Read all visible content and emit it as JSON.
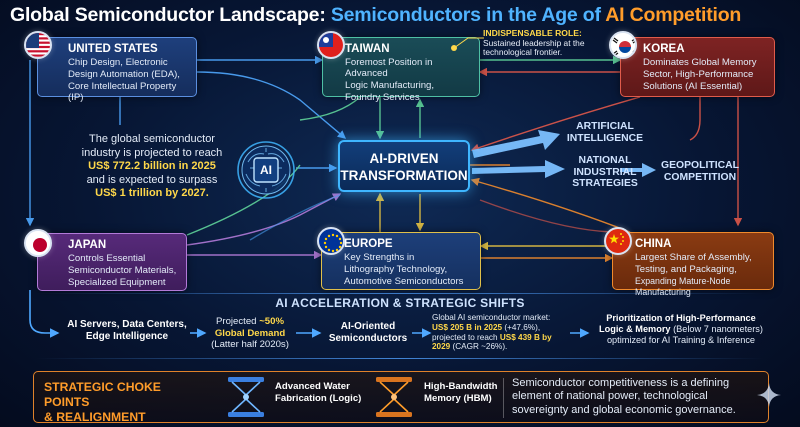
{
  "title": {
    "part1": "Global Semiconductor Landscape: ",
    "part2": "Semiconductors in the Age of ",
    "part3": "AI Competition"
  },
  "nodes": {
    "us": {
      "name": "UNITED STATES",
      "lines": [
        "Chip Design, Electronic",
        "Design Automation (EDA),",
        "Core Intellectual Property (IP)"
      ],
      "flag": "us-flag"
    },
    "taiwan": {
      "name": "TAIWAN",
      "lines": [
        "Foremost Position in Advanced",
        "Logic Manufacturing,",
        "Foundry Services"
      ],
      "flag": "taiwan-flag"
    },
    "korea": {
      "name": "KOREA",
      "lines": [
        "Dominates Global Memory",
        "Sector, High-Performance",
        "Solutions (AI Essential)"
      ],
      "flag": "korea-flag"
    },
    "japan": {
      "name": "JAPAN",
      "lines": [
        "Controls Essential",
        "Semiconductor Materials,",
        "Specialized Equipment"
      ],
      "flag": "japan-flag"
    },
    "europe": {
      "name": "EUROPE",
      "lines": [
        "Key Strengths in",
        "Lithography Technology,",
        "Automotive Semiconductors"
      ],
      "flag": "eu-flag"
    },
    "china": {
      "name": "CHINA",
      "lines": [
        "Largest Share of Assembly,",
        "Testing, and Packaging,",
        "Expanding Mature-Node Manufacturing"
      ],
      "flag": "china-flag"
    }
  },
  "note": {
    "title": "INDISPENSABLE ROLE:",
    "lines": [
      "Sustained leadership at the",
      "technological frontier."
    ]
  },
  "market": {
    "l1": "The global semiconductor",
    "l2": "industry is projected to reach",
    "l3": "US$ 772.2 billion in 2025",
    "l4": "and is expected to surpass",
    "l5": "US$ 1 trillion by 2027."
  },
  "center": {
    "chip_label": "AI",
    "line1": "AI-DRIVEN",
    "line2": "TRANSFORMATION"
  },
  "outcomes": {
    "ai_intelligence": [
      "ARTIFICIAL",
      "INTELLIGENCE"
    ],
    "national_strategies": [
      "NATIONAL",
      "INDUSTRIAL",
      "STRATEGIES"
    ],
    "geopolitical": [
      "GEOPOLITICAL",
      "COMPETITION"
    ]
  },
  "band": {
    "title": "AI ACCELERATION & STRATEGIC SHIFTS",
    "servers": [
      "AI Servers, Data Centers,",
      "Edge Intelligence"
    ],
    "projected": {
      "l1": "Projected ",
      "pct": "~50%",
      "l2": "Global Demand",
      "l3": "(Latter half 2020s)"
    },
    "ai_semis": [
      "AI-Oriented",
      "Semiconductors"
    ],
    "ai_market": {
      "l1": "Global AI semiconductor market:",
      "l2": "US$ 205 B in 2025",
      "l2b": " (+47.6%),",
      "l3a": "projected to reach ",
      "l3": "US$ 439 B by",
      "l4": "2029",
      "l4b": " (CAGR ~26%)."
    },
    "priority": {
      "l1": "Prioritization of High-Performance",
      "l2": "Logic & Memory",
      "l2b": " (Below 7 nanometers)",
      "l3": "optimized for AI Training & Inference"
    }
  },
  "bottom": {
    "choke": [
      "STRATEGIC CHOKE POINTS",
      "& REALIGNMENT"
    ],
    "water": [
      "Advanced Water",
      "Fabrication (Logic)"
    ],
    "hbm": [
      "High-Bandwidth",
      "Memory (HBM)"
    ],
    "closing": [
      "Semiconductor competitiveness is a defining",
      "element of national power, technological",
      "sovereignty and global economic governance."
    ]
  },
  "colors": {
    "accent_blue": "#3fb6ff",
    "accent_orange": "#ff9c2a",
    "highlight_yellow": "#ffd84a",
    "us": "#5b8fe0",
    "taiwan": "#4ec0a5",
    "korea": "#e05b4b",
    "japan": "#b27ad8",
    "europe": "#e0c04a",
    "china": "#f08a2c"
  }
}
